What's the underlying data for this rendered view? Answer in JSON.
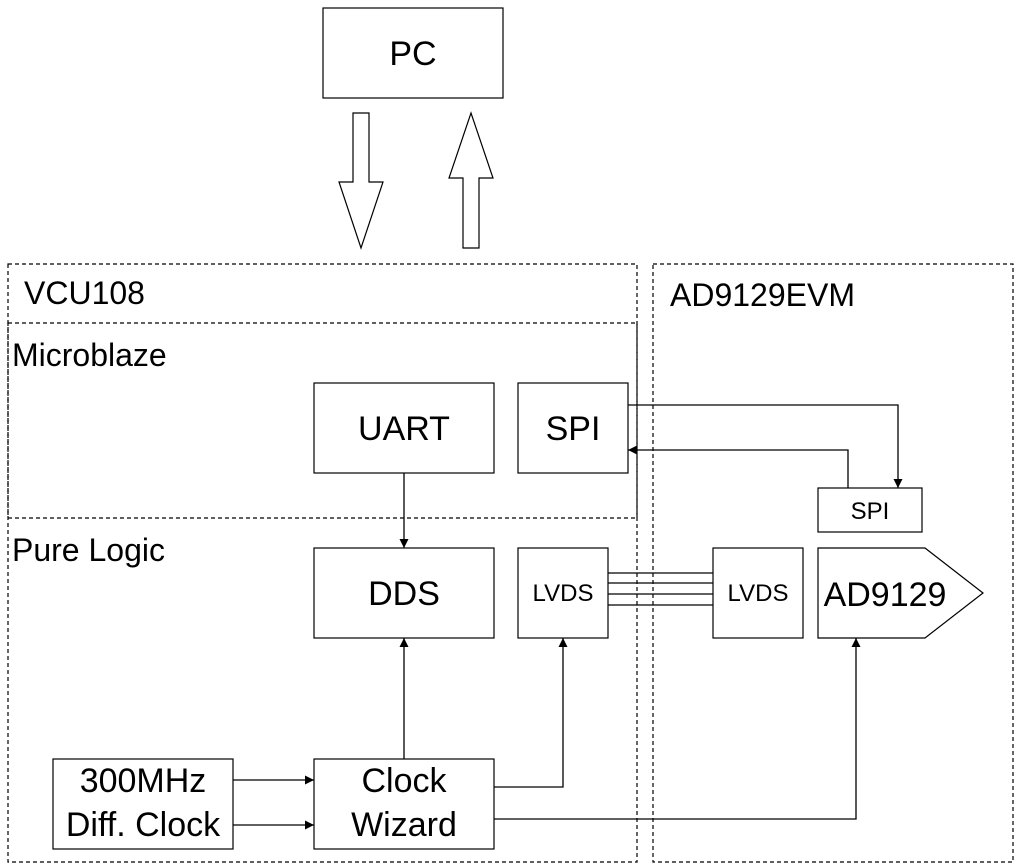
{
  "blocks": {
    "pc": "PC",
    "uart": "UART",
    "spi_master": "SPI",
    "spi_slave": "SPI",
    "dds": "DDS",
    "lvds_tx": "LVDS",
    "lvds_rx": "LVDS",
    "ad9129": "AD9129",
    "clock_source_line1": "300MHz",
    "clock_source_line2": "Diff. Clock",
    "clock_wizard_line1": "Clock",
    "clock_wizard_line2": "Wizard"
  },
  "containers": {
    "vcu108": "VCU108",
    "microblaze": "Microblaze",
    "pure_logic": "Pure Logic",
    "ad9129evm": "AD9129EVM"
  }
}
